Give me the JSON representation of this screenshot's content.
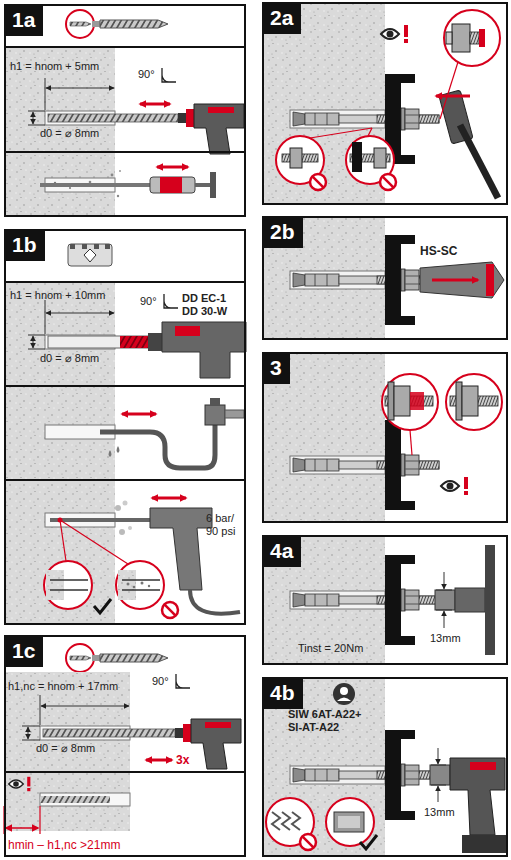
{
  "diagram": {
    "nodes": [
      {
        "text": [
          "1a"
        ]
      },
      {
        "text": [
          "1b"
        ]
      },
      {
        "text": [
          "1c"
        ]
      },
      {
        "text": [
          "2a"
        ]
      },
      {
        "text": [
          "2b"
        ]
      },
      {
        "text": [
          "3"
        ]
      },
      {
        "text": [
          "4a"
        ]
      },
      {
        "text": [
          "4b"
        ]
      }
    ],
    "labels": [
      "h1 = hnom + 5mm",
      "90°",
      "d0 = ⌀ 8mm",
      "h1 = hnom + 10mm",
      "90°",
      "DD EC-1 DD 30-W",
      "d0 = ⌀ 8mm",
      "6 bar/ 90 psi",
      "h1,nc = hnom + 17mm",
      "90°",
      "d0 = ⌀ 8mm",
      "3x",
      "hmin – h1,nc >21mm",
      "HS-SC",
      "Tinst = 20Nm",
      "13mm",
      "SIW 6AT-A22+ SI-AT-A22",
      "13mm"
    ]
  }
}
